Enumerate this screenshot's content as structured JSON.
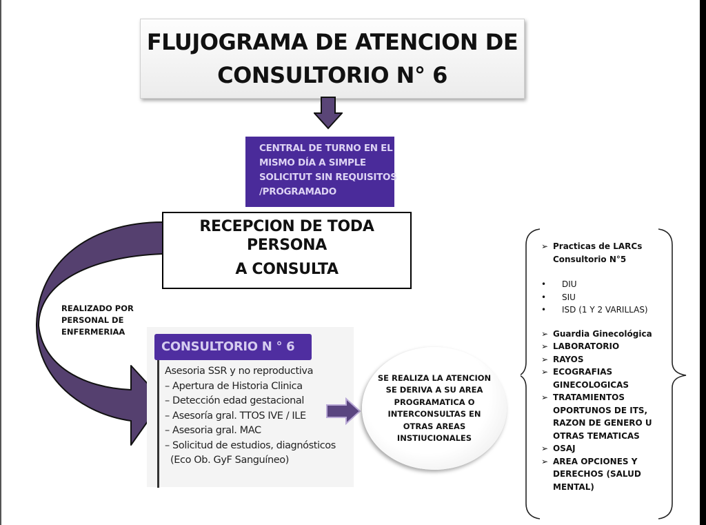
{
  "title": {
    "lines": [
      "FLUJOGRAMA DE ATENCION DE",
      "CONSULTORIO N° 6"
    ]
  },
  "turno_box": {
    "lines": [
      "CENTRAL DE TURNO EN EL",
      "MISMO DÍA A SIMPLE",
      "SOLICITUT SIN REQUISITOS",
      "/PROGRAMADO"
    ]
  },
  "recepcion_box": {
    "lines": [
      "RECEPCION DE TODA",
      "PERSONA",
      "A CONSULTA"
    ]
  },
  "curve_label": {
    "lines": [
      "REALIZADO POR",
      "PERSONAL DE",
      "ENFERMERIAA"
    ]
  },
  "consultorio": {
    "header": "CONSULTORIO N ° 6",
    "items": [
      "Asesoria SSR y no reproductiva",
      "– Apertura de Historia Clinica",
      "– Detección edad gestacional",
      "– Asesoría gral. TTOS IVE / ILE",
      "– Asesoria gral. MAC",
      "– Solicitud de estudios, diagnósticos",
      "  (Eco Ob. GyF Sanguíneo)"
    ]
  },
  "circle": {
    "lines": [
      "SE REALIZA LA ATENCION",
      "SE DERIVA A SU AREA",
      "PROGRAMATICA O",
      "INTERCONSULTAS EN",
      "OTRAS AREAS",
      "INSTIUCIONALES"
    ]
  },
  "services": {
    "arrow_mark": "➢",
    "bullet_mark": "•",
    "larcs": [
      "Practicas de LARCs",
      "Consultorio N°5"
    ],
    "larcs_items": [
      "DIU",
      "SIU",
      "ISD (1 Y 2 VARILLAS)"
    ],
    "items": [
      [
        "Guardia Ginecológica"
      ],
      [
        " LABORATORIO"
      ],
      [
        "RAYOS"
      ],
      [
        " ECOGRAFIAS",
        " GINECOLOGICAS"
      ],
      [
        "TRATAMIENTOS",
        "OPORTUNOS DE ITS,",
        "RAZON DE GENERO U",
        "OTRAS TEMATICAS"
      ],
      [
        "OSAJ"
      ],
      [
        "AREA OPCIONES Y",
        "DERECHOS (SALUD",
        "MENTAL)"
      ]
    ]
  },
  "colors": {
    "purple_box": "#4a2b9a",
    "arrow_purple": "#55406f",
    "box_text": "#ddd3f4"
  }
}
